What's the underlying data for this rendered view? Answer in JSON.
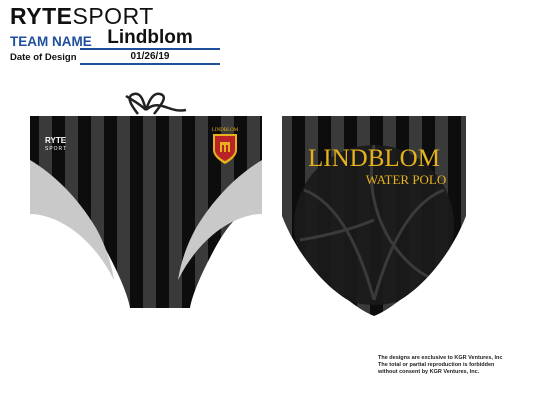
{
  "header": {
    "brand_bold": "RYTE",
    "brand_light": "SPORT",
    "team_label": "TEAM NAME",
    "team_value": "Lindblom",
    "date_label": "Date of Design",
    "date_value": "01/26/19"
  },
  "front": {
    "logo_text_top": "RYTE",
    "logo_text_bottom": "SPORT",
    "crest_text": "LINDBLOM"
  },
  "back": {
    "title": "LINDBLOM",
    "subtitle": "WATER POLO"
  },
  "disclaimer": {
    "line1": "The designs are exclusive to KGR Ventures, Inc",
    "line2": "The total or partial reproduction is forbidden",
    "line3": "without consent by KGR Ventures, Inc."
  },
  "colors": {
    "stripe_dark": "#0d0d0d",
    "stripe_light": "#3a3a3a",
    "lining": "#c9c9c9",
    "gold": "#e5b21c",
    "crest_red": "#b8232a",
    "header_blue": "#1f4f9c"
  }
}
